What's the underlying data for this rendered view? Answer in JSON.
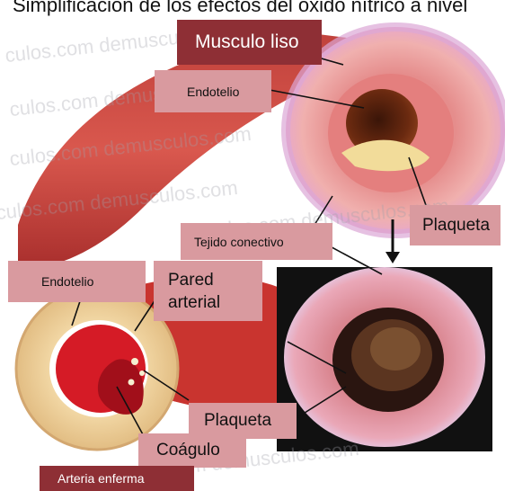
{
  "figure": {
    "title_partial": "Simplificación de los efectos del óxido nítrico a nivel",
    "watermark_text": "culos.com demusculos.com"
  },
  "labels": {
    "musculo_liso": "Musculo liso",
    "endotelio_top": "Endotelio",
    "plaqueta_right": "Plaqueta",
    "tejido_conectivo": "Tejido conectivo",
    "endotelio_left": "Endotelio",
    "pared_arterial_1": "Pared",
    "pared_arterial_2": "arterial",
    "plaqueta_bottom": "Plaqueta",
    "coagulo": "Coágulo",
    "arteria_enferma": "Arteria enferma"
  },
  "colors": {
    "label_pink": "#d99a9f",
    "label_dark": "#8e2f35",
    "artery_red": "#c8383a",
    "artery_pink": "#e79a98",
    "plaque_yellow": "#efdc9c",
    "photo_bg": "#111111"
  }
}
